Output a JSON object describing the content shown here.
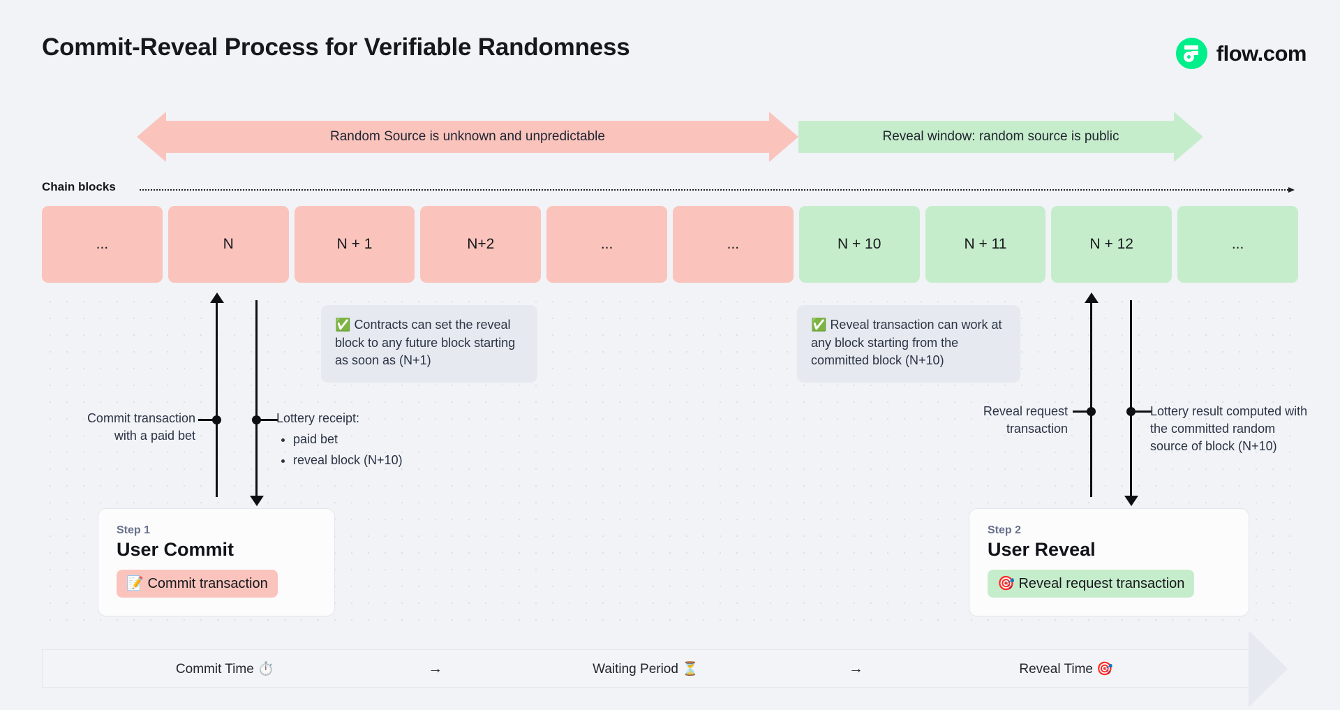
{
  "header": {
    "title": "Commit-Reveal Process for Verifiable Randomness",
    "brand_name": "flow.com",
    "brand_color": "#00ef8b"
  },
  "banners": [
    {
      "label": "Random Source is unknown and unpredictable",
      "color": "#fac4bd",
      "direction": "double"
    },
    {
      "label": "Reveal window: random source is public",
      "color": "#c6edcb",
      "direction": "right"
    }
  ],
  "chain": {
    "label": "Chain blocks",
    "blocks": [
      {
        "label": "...",
        "state": "pink"
      },
      {
        "label": "N",
        "state": "pink"
      },
      {
        "label": "N + 1",
        "state": "pink"
      },
      {
        "label": "N+2",
        "state": "pink"
      },
      {
        "label": "...",
        "state": "pink"
      },
      {
        "label": "...",
        "state": "pink"
      },
      {
        "label": "N + 10",
        "state": "green"
      },
      {
        "label": "N + 11",
        "state": "green"
      },
      {
        "label": "N + 12",
        "state": "green"
      },
      {
        "label": "...",
        "state": "green"
      }
    ]
  },
  "callouts": [
    {
      "icon": "✅",
      "text": "Contracts can set the reveal block to any future block starting as soon as (N+1)"
    },
    {
      "icon": "✅",
      "text": "Reveal transaction can work at any block starting from the committed block (N+10)"
    }
  ],
  "annotations": {
    "commit_tx": "Commit transaction with a paid bet",
    "lottery_receipt_title": "Lottery receipt:",
    "lottery_receipt_items": [
      "paid bet",
      "reveal block (N+10)"
    ],
    "reveal_request": "Reveal request transaction",
    "lottery_result": "Lottery result computed with the committed random source of block (N+10)"
  },
  "steps": [
    {
      "kicker": "Step 1",
      "title": "User Commit",
      "pill_icon": "📝",
      "pill_label": "Commit transaction",
      "pill_color": "#fac4bd"
    },
    {
      "kicker": "Step 2",
      "title": "User Reveal",
      "pill_icon": "🎯",
      "pill_label": "Reveal request transaction",
      "pill_color": "#c6edcb"
    }
  ],
  "timeline": {
    "segments": [
      {
        "label": "Commit Time",
        "icon": "⏱️"
      },
      {
        "label": "Waiting Period",
        "icon": "⏳"
      },
      {
        "label": "Reveal Time",
        "icon": "🎯"
      }
    ],
    "separator": "→"
  }
}
